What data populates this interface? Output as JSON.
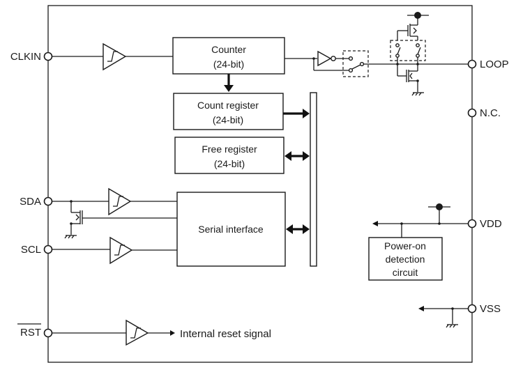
{
  "diagram": {
    "type": "IC functional block diagram",
    "pins_left": [
      {
        "id": "clkin",
        "label": "CLKIN",
        "overbar": false
      },
      {
        "id": "sda",
        "label": "SDA",
        "overbar": false
      },
      {
        "id": "scl",
        "label": "SCL",
        "overbar": false
      },
      {
        "id": "rst",
        "label": "RST",
        "overbar": true
      }
    ],
    "pins_right": [
      {
        "id": "loop",
        "label": "LOOP"
      },
      {
        "id": "nc",
        "label": "N.C."
      },
      {
        "id": "vdd",
        "label": "VDD"
      },
      {
        "id": "vss",
        "label": "VSS"
      }
    ],
    "blocks": {
      "counter": {
        "line1": "Counter",
        "line2": "(24-bit)"
      },
      "count_register": {
        "line1": "Count register",
        "line2": "(24-bit)"
      },
      "free_register": {
        "line1": "Free register",
        "line2": "(24-bit)"
      },
      "serial_interface": {
        "line1": "Serial interface"
      },
      "power_on": {
        "line1": "Power-on",
        "line2": "detection",
        "line3": "circuit"
      }
    },
    "annotations": {
      "internal_reset": "Internal reset signal"
    },
    "connections": [
      {
        "from": "CLKIN",
        "via": "schmitt-buffer",
        "to": "Counter"
      },
      {
        "from": "Counter",
        "to": "Count register",
        "arrow": "down"
      },
      {
        "from": "Count register",
        "to": "internal-bus",
        "arrow": "one-way"
      },
      {
        "from": "Free register",
        "to": "internal-bus",
        "arrow": "bidirectional"
      },
      {
        "from": "Serial interface",
        "to": "internal-bus",
        "arrow": "bidirectional"
      },
      {
        "from": "SDA",
        "via": "schmitt-buffer",
        "to": "Serial interface"
      },
      {
        "from": "Serial interface",
        "via": "nmos-open-drain",
        "to": "SDA"
      },
      {
        "from": "SCL",
        "via": "schmitt-buffer",
        "to": "Serial interface"
      },
      {
        "from": "Counter",
        "via": "inverter+switch+cmos-driver",
        "to": "LOOP"
      },
      {
        "from": "VDD",
        "to": "Power-on detection circuit"
      },
      {
        "from": "RST",
        "via": "schmitt-buffer",
        "to": "Internal reset signal"
      }
    ]
  }
}
